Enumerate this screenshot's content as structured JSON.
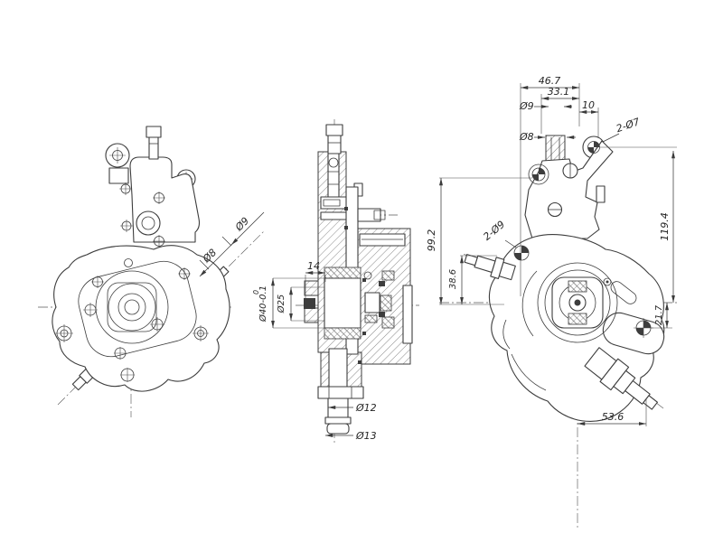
{
  "page": {
    "background": "#ffffff",
    "line_color": "#3d3d3d",
    "dim_text_color": "#262626"
  },
  "front_view": {
    "dia_9": "Ø9",
    "dia_8": "Ø8"
  },
  "section_view": {
    "width_14": "14",
    "dia_40": "Ø40-0.1",
    "dia_40_upper_tol": "0",
    "dia_25": "Ø25",
    "dia_12": "Ø12",
    "dia_13": "Ø13"
  },
  "rear_view": {
    "width_46_7": "46.7",
    "width_33_1": "33.1",
    "dia_9": "Ø9",
    "offset_10": "10",
    "dia_8": "Ø8",
    "holes_2_d7": "2-Ø7",
    "holes_2_d9": "2-Ø9",
    "height_99_2": "99.2",
    "height_38_6": "38.6",
    "height_119_4": "119.4",
    "height_21_7": "21.7",
    "width_53_6": "53.6"
  }
}
